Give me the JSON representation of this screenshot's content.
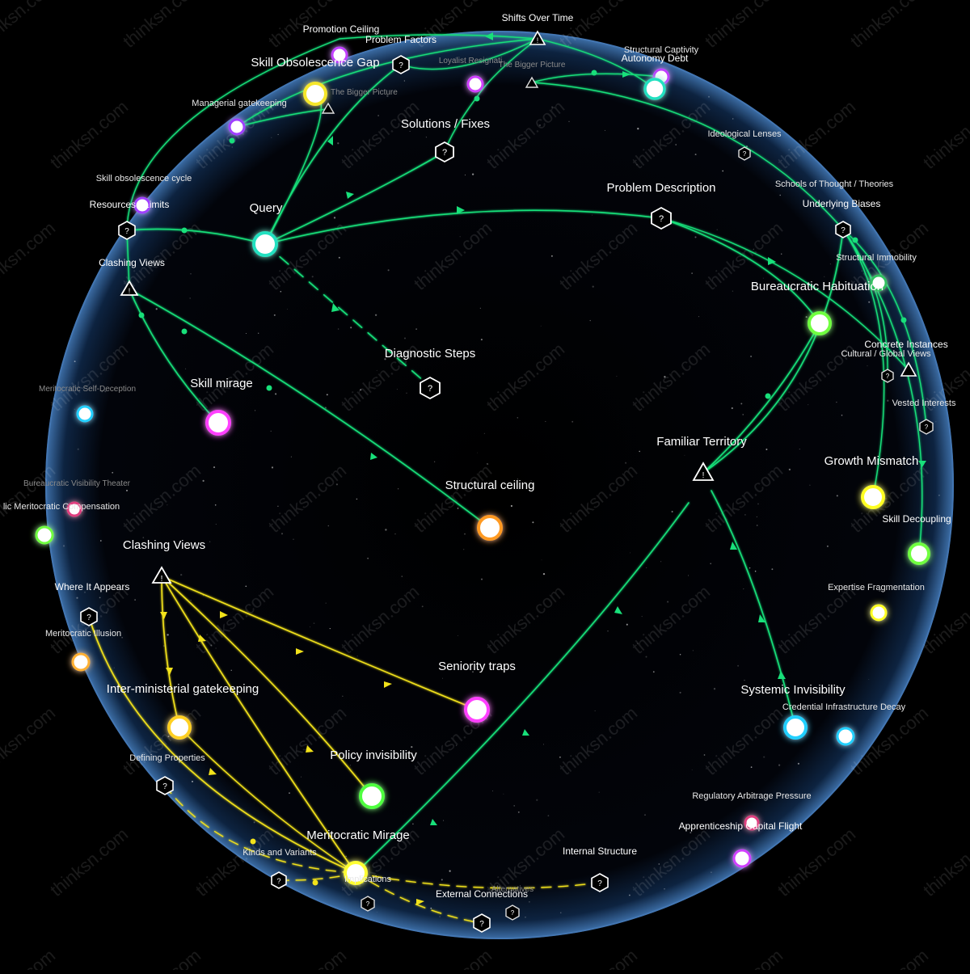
{
  "colors": {
    "background": "#000000",
    "sphere_edge": "#3d6fa8",
    "green_link": "#18e07a",
    "yellow_link": "#f2e21a"
  },
  "watermark": "thinksn.com",
  "nodes": [
    {
      "id": "shifts-over-time",
      "label": "Shifts Over Time",
      "shape": "triangle"
    },
    {
      "id": "promotion-ceiling",
      "label": "Promotion Ceiling",
      "shape": "circle",
      "color": "#c040ff"
    },
    {
      "id": "problem-factors",
      "label": "Problem Factors",
      "shape": "hex"
    },
    {
      "id": "skill-obsolescence-gap",
      "label": "Skill Obsolescence Gap",
      "shape": "hex"
    },
    {
      "id": "loyalist-resignation",
      "label": "Loyalist Resignati",
      "shape": "circle",
      "color": "#d040ff"
    },
    {
      "id": "the-bigger-picture-top",
      "label": "The Bigger Picture",
      "shape": "triangle"
    },
    {
      "id": "structural-captivity",
      "label": "Structural Captivity",
      "shape": "circle",
      "color": "#c040ff"
    },
    {
      "id": "autonomy-debt",
      "label": "Autonomy Debt",
      "shape": "circle",
      "color": "#20e0c0"
    },
    {
      "id": "the-bigger-picture-left",
      "label": "The Bigger Picture",
      "shape": "circle",
      "color": "#f5e62a"
    },
    {
      "id": "managerial-gatekeeping",
      "label": "Managerial gatekeeping",
      "shape": "circle",
      "color": "#a040ff"
    },
    {
      "id": "solutions-fixes",
      "label": "Solutions / Fixes",
      "shape": "hex"
    },
    {
      "id": "ideological-lenses",
      "label": "Ideological Lenses",
      "shape": "hex"
    },
    {
      "id": "skill-obsolescence-cycle",
      "label": "Skill obsolescence cycle",
      "shape": "circle",
      "color": "#a040ff"
    },
    {
      "id": "resources-limits",
      "label": "Resources / Limits",
      "shape": "hex"
    },
    {
      "id": "query",
      "label": "Query",
      "shape": "circle",
      "color": "#20e0c0"
    },
    {
      "id": "problem-description",
      "label": "Problem Description",
      "shape": "hex"
    },
    {
      "id": "schools-of-thought",
      "label": "Schools of Thought / Theories",
      "shape": "hex"
    },
    {
      "id": "underlying-biases",
      "label": "Underlying Biases",
      "shape": "hex"
    },
    {
      "id": "clashing-views-top",
      "label": "Clashing Views",
      "shape": "triangle"
    },
    {
      "id": "structural-immobility",
      "label": "Structural Immobility",
      "shape": "circle",
      "color": "#30c060"
    },
    {
      "id": "bureaucratic-habituation",
      "label": "Bureaucratic Habituation",
      "shape": "circle",
      "color": "#70ff40"
    },
    {
      "id": "diagnostic-steps",
      "label": "Diagnostic Steps",
      "shape": "hex"
    },
    {
      "id": "concrete-instances",
      "label": "Concrete Instances",
      "shape": "triangle"
    },
    {
      "id": "cultural-global-views",
      "label": "Cultural / Global Views",
      "shape": "hex"
    },
    {
      "id": "skill-mirage",
      "label": "Skill mirage",
      "shape": "circle",
      "color": "#ff40ff"
    },
    {
      "id": "meritocratic-self-deception",
      "label": "Meritocratic Self-Deception",
      "shape": "circle",
      "color": "#20d0ff"
    },
    {
      "id": "vested-interests",
      "label": "Vested Interests",
      "shape": "hex"
    },
    {
      "id": "familiar-territory",
      "label": "Familiar Territory",
      "shape": "triangle"
    },
    {
      "id": "growth-mismatch",
      "label": "Growth Mismatch",
      "shape": "circle",
      "color": "#ffff20"
    },
    {
      "id": "structural-ceiling",
      "label": "Structural ceiling",
      "shape": "circle",
      "color": "#ff9a20"
    },
    {
      "id": "bureaucratic-visibility-theater",
      "label": "Bureaucratic Visibility Theater",
      "shape": "circle",
      "color": "#e04080"
    },
    {
      "id": "meritocratic-compensation",
      "label": "lic Meritocratic Compensation",
      "shape": "circle",
      "color": "#70ff40"
    },
    {
      "id": "skill-decoupling",
      "label": "Skill Decoupling",
      "shape": "circle",
      "color": "#70ff40"
    },
    {
      "id": "clashing-views-bottom",
      "label": "Clashing Views",
      "shape": "triangle"
    },
    {
      "id": "where-it-appears",
      "label": "Where It Appears",
      "shape": "hex"
    },
    {
      "id": "expertise-fragmentation",
      "label": "Expertise Fragmentation",
      "shape": "circle",
      "color": "#ffff20"
    },
    {
      "id": "meritocratic-illusion",
      "label": "Meritocratic Illusion",
      "shape": "circle",
      "color": "#ffb030"
    },
    {
      "id": "seniority-traps",
      "label": "Seniority traps",
      "shape": "circle",
      "color": "#ff40ff"
    },
    {
      "id": "inter-ministerial-gatekeeping",
      "label": "Inter-ministerial gatekeeping",
      "shape": "circle",
      "color": "#ffd020"
    },
    {
      "id": "systemic-invisibility",
      "label": "Systemic Invisibility",
      "shape": "circle",
      "color": "#20d0ff"
    },
    {
      "id": "credential-infrastructure-decay",
      "label": "Credential Infrastructure Decay",
      "shape": "circle",
      "color": "#20d0ff"
    },
    {
      "id": "defining-properties",
      "label": "Defining Properties",
      "shape": "hex"
    },
    {
      "id": "policy-invisibility",
      "label": "Policy invisibility",
      "shape": "circle",
      "color": "#50ff40"
    },
    {
      "id": "regulatory-arbitrage-pressure",
      "label": "Regulatory Arbitrage Pressure",
      "shape": "circle",
      "color": "#e04080"
    },
    {
      "id": "apprenticeship-capital-flight",
      "label": "Apprenticeship Capital Flight",
      "shape": "circle",
      "color": "#d040ff"
    },
    {
      "id": "meritocratic-mirage",
      "label": "Meritocratic Mirage",
      "shape": "circle",
      "color": "#ffff30"
    },
    {
      "id": "internal-structure",
      "label": "Internal Structure",
      "shape": "hex"
    },
    {
      "id": "kinds-and-variants",
      "label": "Kinds and Variants",
      "shape": "hex"
    },
    {
      "id": "implications",
      "label": "Implications",
      "shape": "hex"
    },
    {
      "id": "alternatives",
      "label": "Alternatives",
      "shape": "hex"
    },
    {
      "id": "external-connections",
      "label": "External Connections",
      "shape": "hex"
    }
  ],
  "edges": [
    {
      "from": "query",
      "to": "problem-description",
      "color": "green"
    },
    {
      "from": "query",
      "to": "diagnostic-steps",
      "color": "green",
      "dashed": true
    },
    {
      "from": "query",
      "to": "solutions-fixes",
      "color": "green"
    },
    {
      "from": "query",
      "to": "problem-factors",
      "color": "green"
    },
    {
      "from": "query",
      "to": "shifts-over-time",
      "color": "green"
    },
    {
      "from": "query",
      "to": "resources-limits",
      "color": "green"
    },
    {
      "from": "query",
      "to": "skill-obsolescence-gap",
      "color": "green"
    },
    {
      "from": "problem-description",
      "to": "underlying-biases",
      "color": "green"
    },
    {
      "from": "clashing-views-top",
      "to": "skill-mirage",
      "color": "green"
    },
    {
      "from": "clashing-views-top",
      "to": "structural-ceiling",
      "color": "green"
    },
    {
      "from": "familiar-territory",
      "to": "meritocratic-mirage",
      "color": "green"
    },
    {
      "from": "familiar-territory",
      "to": "systemic-invisibility",
      "color": "green"
    },
    {
      "from": "clashing-views-bottom",
      "to": "seniority-traps",
      "color": "yellow"
    },
    {
      "from": "clashing-views-bottom",
      "to": "policy-invisibility",
      "color": "yellow"
    },
    {
      "from": "clashing-views-bottom",
      "to": "inter-ministerial-gatekeeping",
      "color": "yellow"
    }
  ]
}
